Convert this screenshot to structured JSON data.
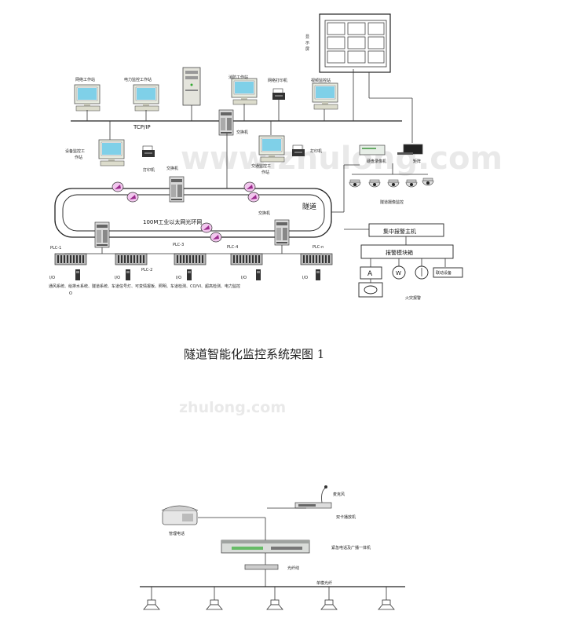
{
  "diagram1": {
    "screen_label": "显示屏",
    "workstations": {
      "network": "网络工作站",
      "power": "电力监控工作站",
      "fire": "消防工作站",
      "net_printer": "网络打印机",
      "video": "视频监控站",
      "equipment": "设备监控工作站",
      "traffic": "交通监控工作站"
    },
    "tcpip": "TCP/IP",
    "switch": "交换机",
    "printer": "打印机",
    "dvr": "硬盘录像机",
    "matrix": "矩阵",
    "camera_label": "隧道摄像监控",
    "tunnel": "隧道",
    "ring": "100M工业以太网光环网",
    "plcs": [
      "PLC-1",
      "PLC-2",
      "PLC-3",
      "PLC-4",
      "PLC-n"
    ],
    "io": "I/O",
    "systems": "通风系统、给排水系统、隧道系统、车道信号灯、可变情报板、照明、车道检测、CO/VI、超高检测、电力监控",
    "systems_o": "O",
    "alarm_host": "集中报警主机",
    "alarm_module": "报警模块箱",
    "alarm_a": "A",
    "alarm_w": "W",
    "linkage": "联动设备",
    "fire_alarm": "火灾报警",
    "caption": "隧道智能化监控系统架图 1"
  },
  "watermarks": [
    "zhulong.com",
    "www.zhulong.com"
  ],
  "diagram2": {
    "mic": "麦克风",
    "dual_card": "双卡播放机",
    "phone": "管理电话",
    "host": "紧急电话及广播一体机",
    "fiber": "光纤线",
    "bus": "单模光纤"
  }
}
